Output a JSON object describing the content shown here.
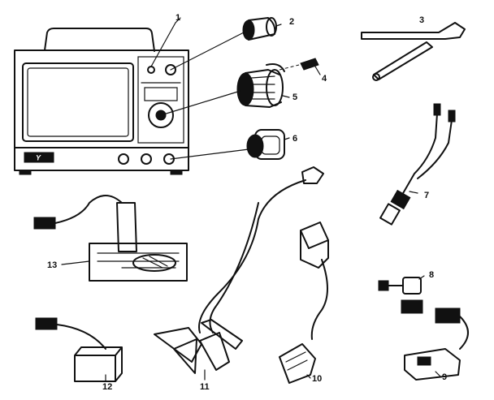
{
  "diagram": {
    "parts": [
      {
        "id": "p1",
        "label": "1"
      },
      {
        "id": "p2",
        "label": "2"
      },
      {
        "id": "p3",
        "label": "3"
      },
      {
        "id": "p4",
        "label": "4"
      },
      {
        "id": "p5",
        "label": "5"
      },
      {
        "id": "p6",
        "label": "6"
      },
      {
        "id": "p7",
        "label": "7"
      },
      {
        "id": "p8",
        "label": "8"
      },
      {
        "id": "p9",
        "label": "9"
      },
      {
        "id": "p10",
        "label": "10"
      },
      {
        "id": "p11",
        "label": "11"
      },
      {
        "id": "p12",
        "label": "12"
      },
      {
        "id": "p13",
        "label": "13"
      }
    ],
    "brand_mark": "Y"
  }
}
